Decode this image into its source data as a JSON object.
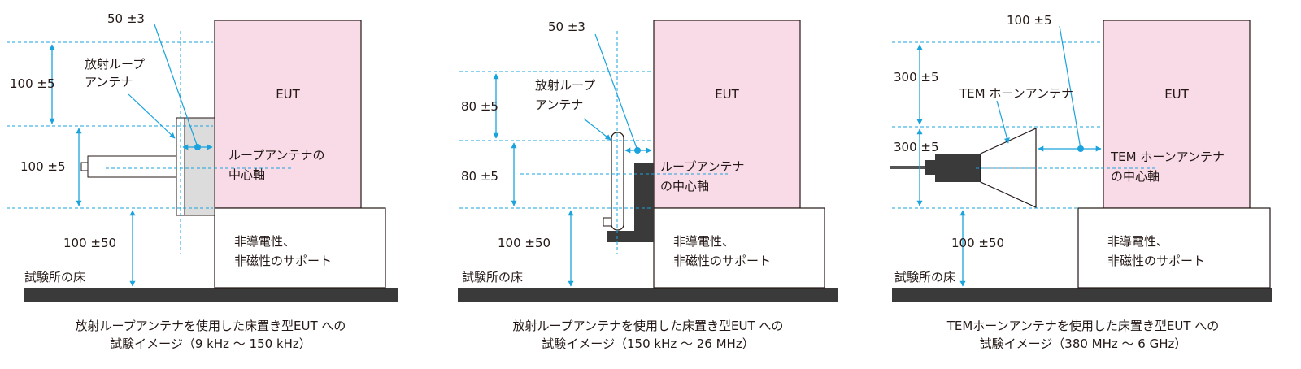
{
  "colors": {
    "eut_fill": "#f9dbe8",
    "dimension_line": "#1aa3dd",
    "floor": "#3a3a3a",
    "outline": "#231815",
    "antenna_fill": "#dcdcdc",
    "dark_part": "#3a3a3a"
  },
  "panels": [
    {
      "eut": "EUT",
      "support_line1": "非導電性、",
      "support_line2": "非磁性のサポート",
      "floor_label": "試験所の床",
      "top_dim": "50 ±3",
      "antenna_label_line1": "放射ループ",
      "antenna_label_line2": "アンテナ",
      "dim_upper": "100 ±5",
      "dim_middle": "100 ±5",
      "dim_lower": "100 ±50",
      "axis_label_line1": "ループアンテナの",
      "axis_label_line2": "中心軸",
      "caption_line1": "放射ループアンテナを使用した床置き型EUT への",
      "caption_line2": "試験イメージ（9 kHz ～ 150 kHz）"
    },
    {
      "eut": "EUT",
      "support_line1": "非導電性、",
      "support_line2": "非磁性のサポート",
      "floor_label": "試験所の床",
      "top_dim": "50 ±3",
      "antenna_label_line1": "放射ループ",
      "antenna_label_line2": "アンテナ",
      "dim_upper": "80 ±5",
      "dim_middle": "80 ±5",
      "dim_lower": "100 ±50",
      "axis_label_line1": "ループアンテナ",
      "axis_label_line2": "の中心軸",
      "caption_line1": "放射ループアンテナを使用した床置き型EUT への",
      "caption_line2": "試験イメージ（150 kHz ～ 26 MHz）"
    },
    {
      "eut": "EUT",
      "support_line1": "非導電性、",
      "support_line2": "非磁性のサポート",
      "floor_label": "試験所の床",
      "top_dim": "100 ±5",
      "antenna_label_line1": "TEM ホーンアンテナ",
      "dim_upper": "300 ±5",
      "dim_middle": "300 ±5",
      "dim_lower": "100 ±50",
      "axis_label_line1": "TEM ホーンアンテナ",
      "axis_label_line2": "の中心軸",
      "caption_line1": "TEMホーンアンテナを使用した床置き型EUT への",
      "caption_line2": "試験イメージ（380 MHz ～ 6 GHz）"
    }
  ]
}
